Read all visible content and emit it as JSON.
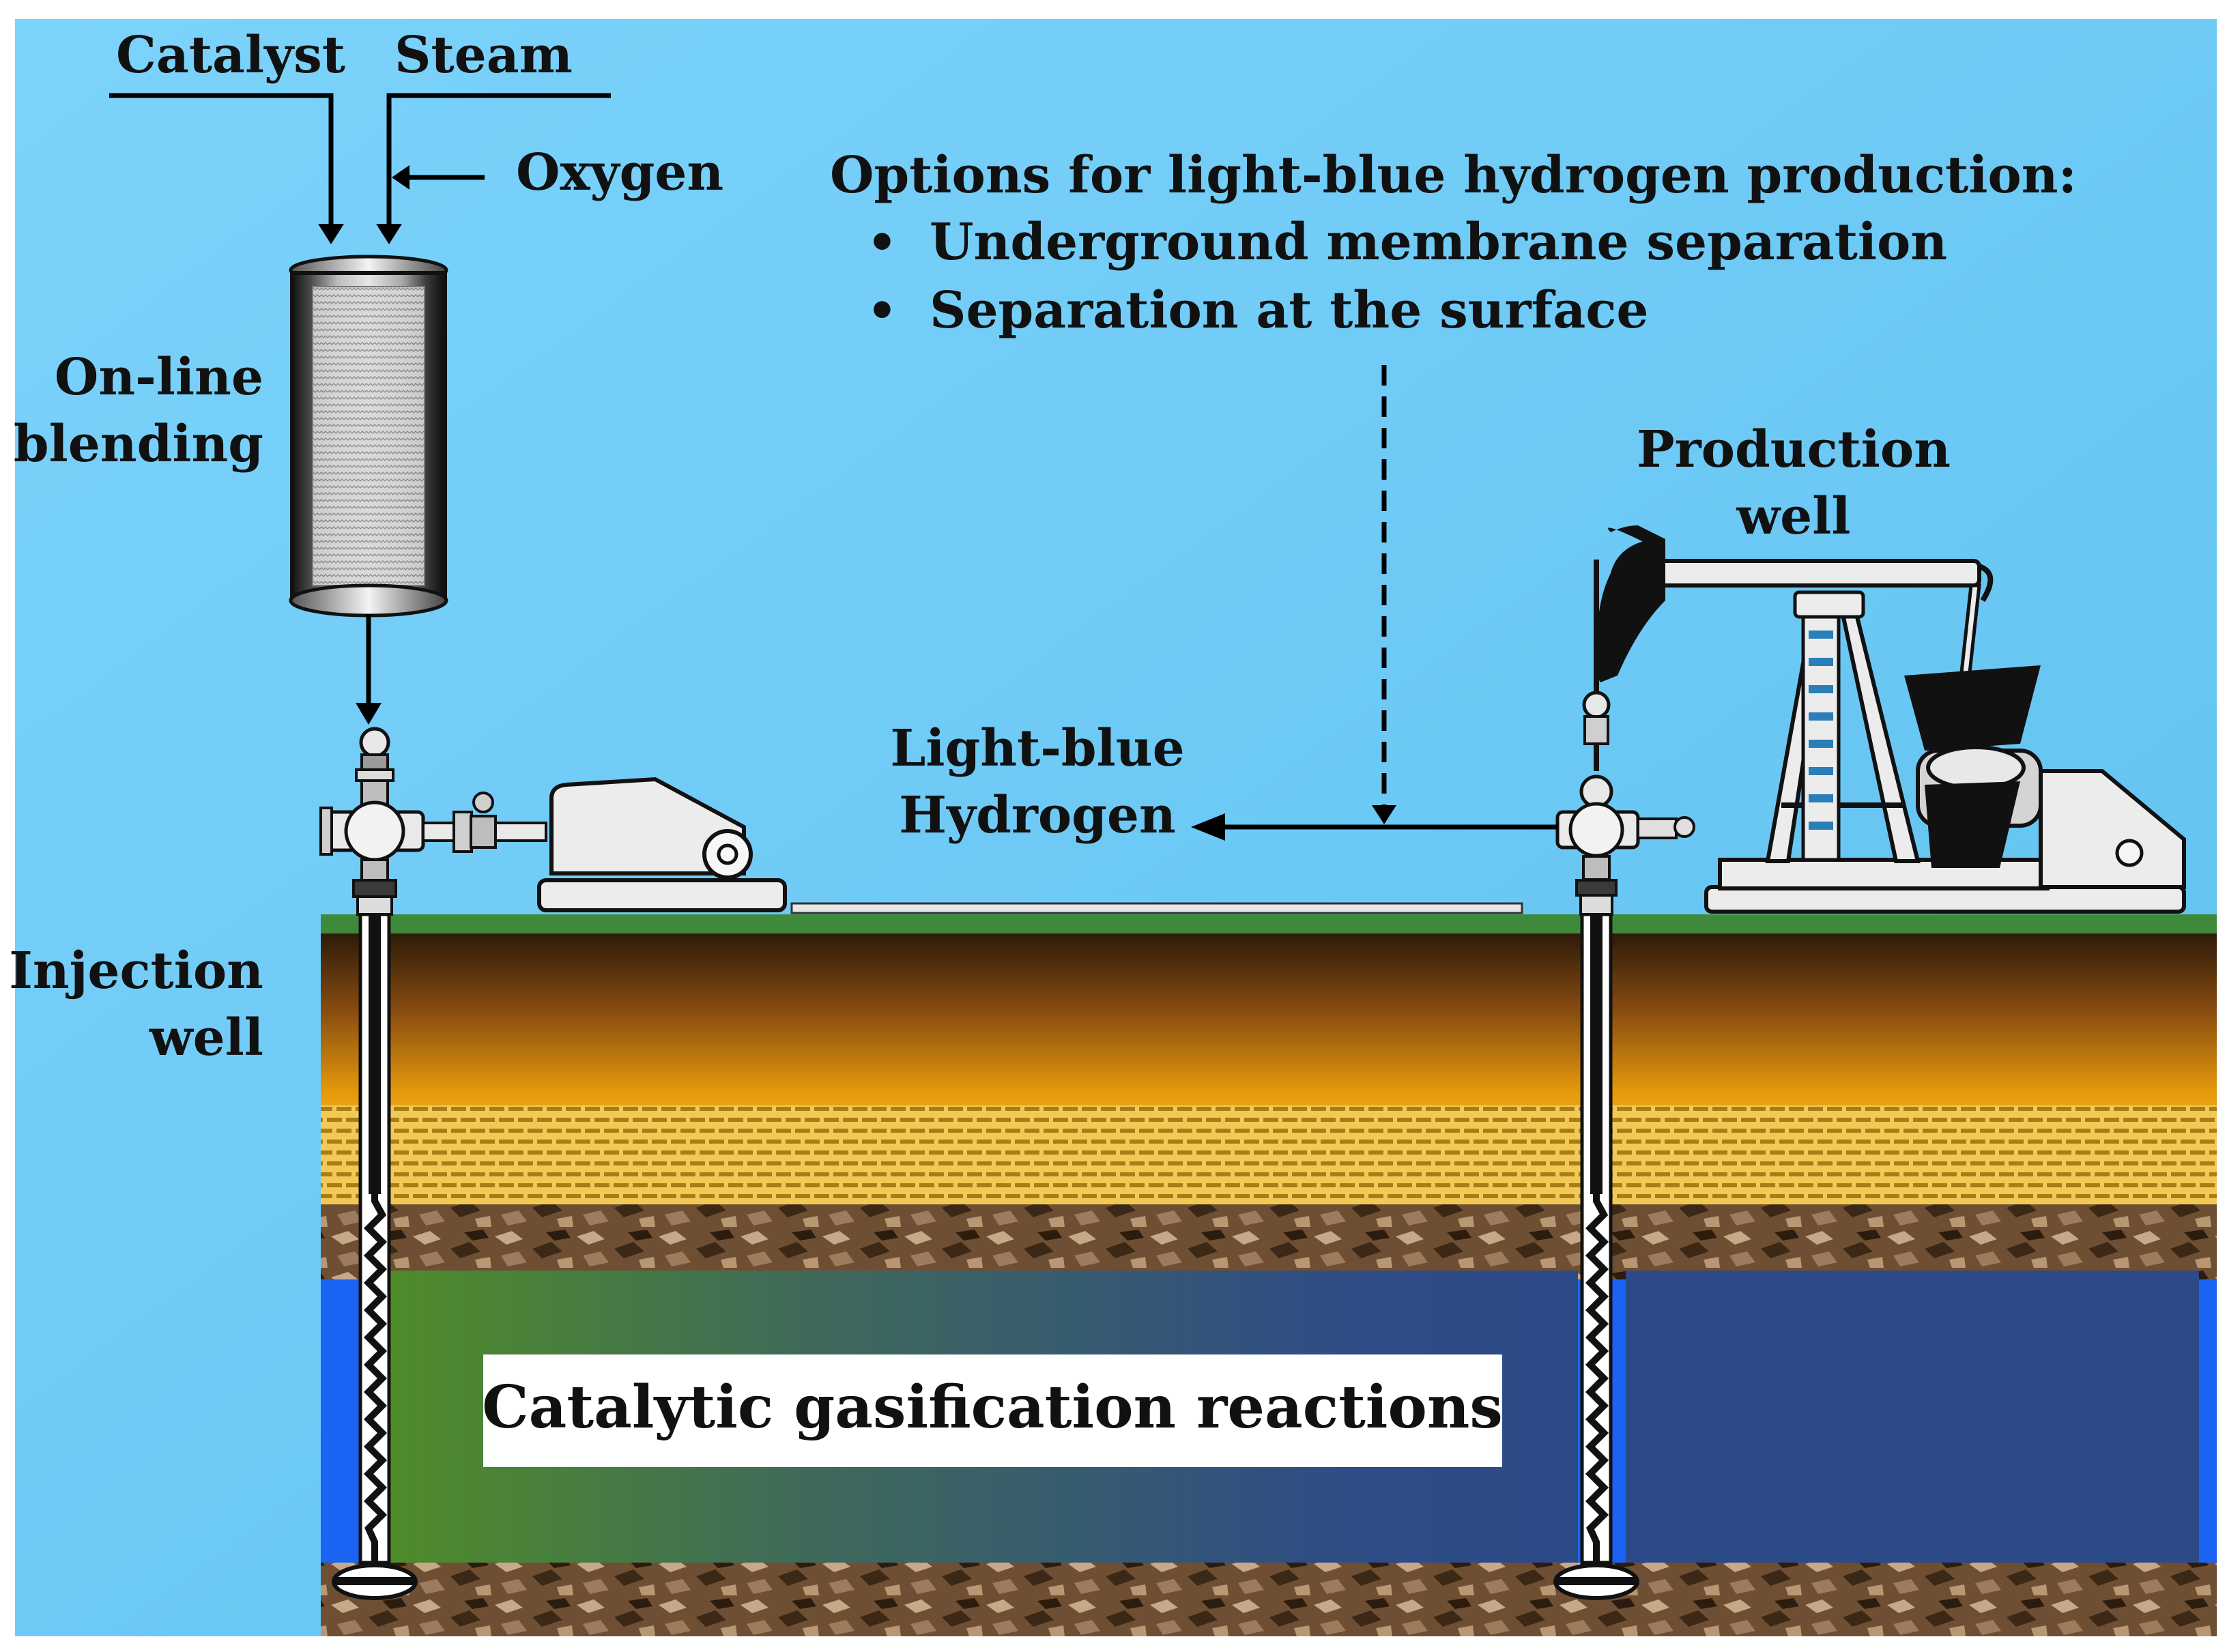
{
  "labels": {
    "catalyst": "Catalyst",
    "steam": "Steam",
    "oxygen": "Oxygen",
    "online_line1": "On-line",
    "online_line2": "blending",
    "options_title": "Options for light-blue hydrogen production:",
    "option_1": "Underground membrane separation",
    "option_2": "Separation at the surface",
    "production_line1": "Production",
    "production_line2": "well",
    "hydrogen_line1": "Light-blue",
    "hydrogen_line2": "Hydrogen",
    "injection_line1": "Injection",
    "injection_line2": "well",
    "reaction_box": "Catalytic gasification reactions",
    "bullet": "•"
  },
  "colors": {
    "sky": "#6cc8f4",
    "ground_green": "#3e8a3a",
    "soil_dark": "#2f1c0c",
    "soil_orange": "#e0940a",
    "brick_bg": "#f3c956",
    "brick_line": "#a97c18",
    "rock": "#6b4a2e",
    "reservoir_blue": "#2c4a88",
    "reservoir_green": "#4e8a2c",
    "bright_blue": "#1b63f2",
    "machine_light": "#ececec",
    "machine_dark": "#121212"
  },
  "icons": {
    "blender": "blending-vessel-icon",
    "pump_jack": "pump-jack-icon",
    "wellhead": "wellhead-valve-icon",
    "compressor": "compressor-icon"
  }
}
